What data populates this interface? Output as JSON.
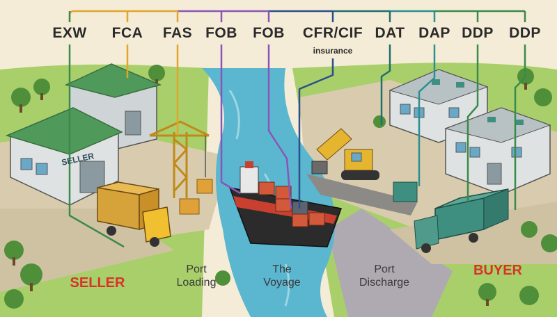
{
  "terms": [
    "EXW",
    "FCA",
    "FAS",
    "FOB",
    "FOB",
    "CFR/CIF",
    "DAT",
    "DAP",
    "DDP",
    "DDP"
  ],
  "insurance_label": "insurance",
  "zones": {
    "seller": "SELLER",
    "port_loading": [
      "Port",
      "Loading"
    ],
    "voyage": [
      "The",
      "Voyage"
    ],
    "port_discharge": [
      "Port",
      "Discharge"
    ],
    "buyer": "BUYER"
  },
  "building_sign": "SELLER",
  "colors": {
    "seller": "#d9322b",
    "buyer": "#d9322b",
    "bracket_lines": [
      "#3a8a4a",
      "#e2a52a",
      "#e2a52a",
      "#8a55b8",
      "#8a55b8",
      "#2b4f8a",
      "#1f6f6f",
      "#2a8f8f",
      "#3a8a4a",
      "#3a8a4a"
    ]
  }
}
